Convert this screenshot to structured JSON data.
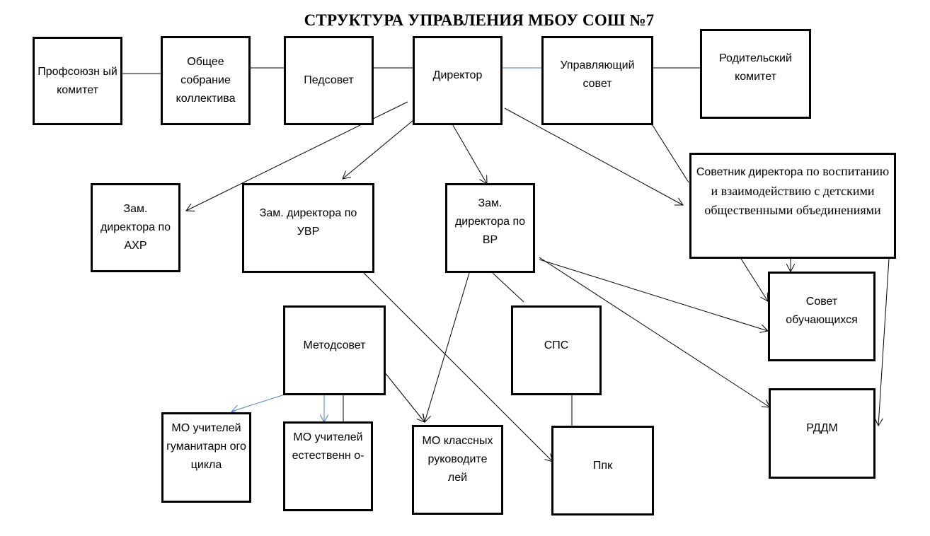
{
  "title": "СТРУКТУРА УПРАВЛЕНИЯ МБОУ СОШ №7",
  "nodes": {
    "profsoyuz": "Профсоюзн ый комитет",
    "obshchee_sobranie": "Общее собрание коллектива",
    "pedsovet": "Педсовет",
    "direktor": "Директор",
    "upravlyayushchiy_sovet": "Управляющий совет",
    "roditelskiy_komitet": "Родительский комитет",
    "zam_ahr": "Зам. директора по АХР",
    "zam_uvr": "Зам. директора по УВР",
    "zam_vr": "Зам. директора по ВР",
    "sovetnik_label": "Советник директора",
    "sovetnik_rest": "по воспитанию и взаимодействию с детскими общественными объединениями",
    "metodsovet": "Методсовет",
    "sps": "СПС",
    "sovet_obuchayushchihsya": "Совет обучающихся",
    "rddm": "РДДМ",
    "mo_gum": "МО учителей гуманитарн ого цикла",
    "mo_est": "МО учителей естественн о-",
    "mo_klass": "МО классных руководите лей",
    "ppk": "Ппк"
  },
  "colors": {
    "line": "#000000",
    "accent_line": "#4a7ebb"
  }
}
